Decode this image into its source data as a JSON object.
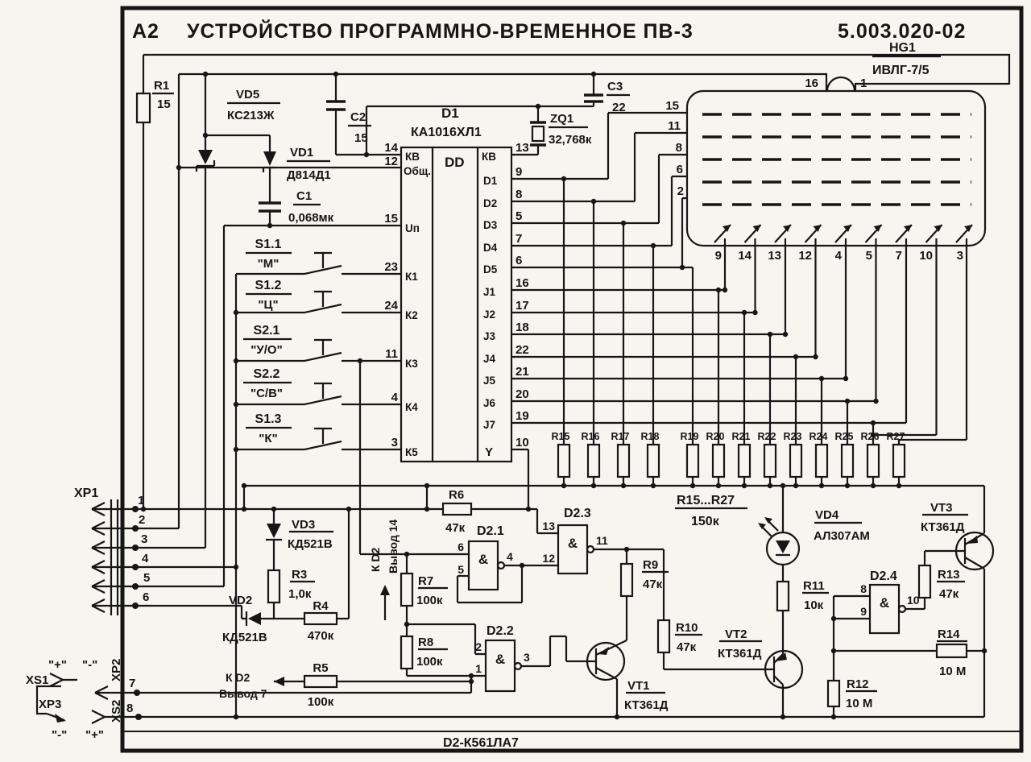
{
  "header": {
    "zone": "А2",
    "title": "УСТРОЙСТВО ПРОГРАММНО-ВРЕМЕННОЕ ПВ-3",
    "doc_number": "5.003.020-02"
  },
  "hg1": {
    "ref": "HG1",
    "part": "ИВЛГ-7/5",
    "pin16": "16",
    "pin1": "1",
    "anode_pins": [
      "15",
      "11",
      "8",
      "6",
      "2"
    ],
    "grid_pins": [
      "9",
      "14",
      "13",
      "12",
      "4",
      "5",
      "7",
      "10",
      "3"
    ]
  },
  "d1": {
    "ref": "D1",
    "part": "КА1016ХЛ1",
    "func": "DD",
    "left": [
      {
        "n": "14",
        "s": "КВ"
      },
      {
        "n": "12",
        "s": "Общ."
      },
      {
        "n": "15",
        "s": "Uп"
      },
      {
        "n": "23",
        "s": "К1"
      },
      {
        "n": "24",
        "s": "К2"
      },
      {
        "n": "11",
        "s": "К3"
      },
      {
        "n": "4",
        "s": "К4"
      },
      {
        "n": "3",
        "s": "К5"
      }
    ],
    "right": [
      {
        "n": "13",
        "s": "КВ"
      },
      {
        "n": "9",
        "s": "D1"
      },
      {
        "n": "8",
        "s": "D2"
      },
      {
        "n": "5",
        "s": "D3"
      },
      {
        "n": "7",
        "s": "D4"
      },
      {
        "n": "6",
        "s": "D5"
      },
      {
        "n": "16",
        "s": "J1"
      },
      {
        "n": "17",
        "s": "J2"
      },
      {
        "n": "18",
        "s": "J3"
      },
      {
        "n": "22",
        "s": "J4"
      },
      {
        "n": "21",
        "s": "J5"
      },
      {
        "n": "20",
        "s": "J6"
      },
      {
        "n": "19",
        "s": "J7"
      },
      {
        "n": "10",
        "s": "Y"
      }
    ]
  },
  "switches": [
    {
      "ref": "S1.1",
      "cap": "\"М\""
    },
    {
      "ref": "S1.2",
      "cap": "\"Ц\""
    },
    {
      "ref": "S2.1",
      "cap": "\"У/О\""
    },
    {
      "ref": "S2.2",
      "cap": "\"С/В\""
    },
    {
      "ref": "S1.3",
      "cap": "\"К\""
    }
  ],
  "parts": {
    "r1": {
      "ref": "R1",
      "val": "15"
    },
    "vd5": {
      "ref": "VD5",
      "val": "КС213Ж"
    },
    "vd1": {
      "ref": "VD1",
      "val": "Д814Д1"
    },
    "c1": {
      "ref": "С1",
      "val": "0,068мк"
    },
    "c2": {
      "ref": "С2",
      "val": "15"
    },
    "c3": {
      "ref": "С3",
      "val": "22"
    },
    "zq1": {
      "ref": "ZQ1",
      "val": "32,768к"
    },
    "r3": {
      "ref": "R3",
      "val": "1,0к"
    },
    "r4": {
      "ref": "R4",
      "val": "470к"
    },
    "r5": {
      "ref": "R5",
      "val": "100к"
    },
    "r6": {
      "ref": "R6",
      "val": "47к"
    },
    "r7": {
      "ref": "R7",
      "val": "100к"
    },
    "r8": {
      "ref": "R8",
      "val": "100к"
    },
    "r9": {
      "ref": "R9",
      "val": "47к"
    },
    "r10": {
      "ref": "R10",
      "val": "47к"
    },
    "r11": {
      "ref": "R11",
      "val": "10к"
    },
    "r12": {
      "ref": "R12",
      "val": "10 М"
    },
    "r13": {
      "ref": "R13",
      "val": "47к"
    },
    "r14": {
      "ref": "R14",
      "val": "10 М"
    },
    "vd2": {
      "ref": "VD2",
      "val": "КД521В"
    },
    "vd3": {
      "ref": "VD3",
      "val": "КД521В"
    },
    "vd4": {
      "ref": "VD4",
      "val": "АЛ307АМ"
    },
    "vt1": {
      "ref": "VT1",
      "val": "КТ361Д"
    },
    "vt2": {
      "ref": "VT2",
      "val": "КТ361Д"
    },
    "vt3": {
      "ref": "VT3",
      "val": "КТ361Д"
    }
  },
  "pull_resistors": {
    "refs": [
      "R15",
      "R16",
      "R17",
      "R18",
      "R19",
      "R20",
      "R21",
      "R22",
      "R23",
      "R24",
      "R25",
      "R26",
      "R27"
    ],
    "group": "R15...R27",
    "value": "150к"
  },
  "gates": {
    "d21": {
      "ref": "D2.1",
      "sym": "&",
      "in1": "6",
      "in2": "5",
      "out": "4"
    },
    "d22": {
      "ref": "D2.2",
      "sym": "&",
      "in1": "2",
      "in2": "1",
      "out": "3"
    },
    "d23": {
      "ref": "D2.3",
      "sym": "&",
      "in1": "13",
      "in2": "12",
      "out": "11"
    },
    "d24": {
      "ref": "D2.4",
      "sym": "&",
      "in1": "8",
      "in2": "9",
      "out": "10"
    }
  },
  "notes": {
    "to_d2_14_l1": "К D2",
    "to_d2_14_l2": "Вывод 14",
    "to_d2_7_l1": "К D2",
    "to_d2_7_l2": "Вывод 7",
    "bottom": "D2-К561ЛА7"
  },
  "connectors": {
    "xp1": {
      "ref": "ХР1",
      "pins": [
        "1",
        "2",
        "3",
        "4",
        "5",
        "6"
      ]
    },
    "xp2": {
      "ref": "ХР2",
      "pin": "7"
    },
    "xs2": {
      "ref": "XS2",
      "pin": "8"
    },
    "xs1": {
      "ref": "XS1"
    },
    "xp3": {
      "ref": "ХР3"
    },
    "plus_top": "\"+\"",
    "minus_top": "\"-\"",
    "minus_bot": "\"-\"",
    "plus_bot": "\"+\""
  }
}
